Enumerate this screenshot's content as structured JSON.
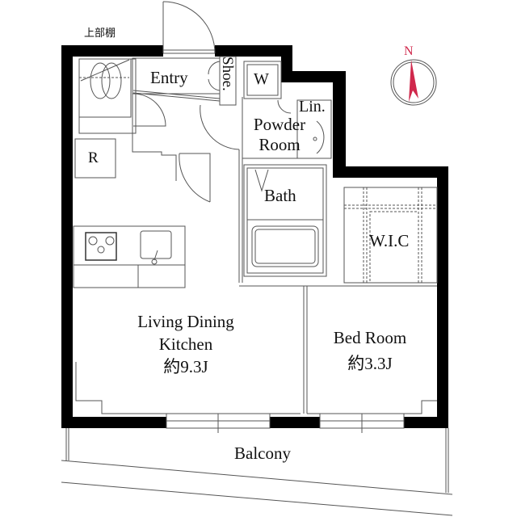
{
  "floor_plan": {
    "rooms": {
      "entry": {
        "label": "Entry"
      },
      "shoe": {
        "label": "Shoe."
      },
      "washer": {
        "label": "W"
      },
      "linen": {
        "label": "Lin."
      },
      "powder_room": {
        "line1": "Powder",
        "line2": "Room"
      },
      "refrigerator": {
        "label": "R"
      },
      "bath": {
        "label": "Bath"
      },
      "wic": {
        "label": "W.I.C"
      },
      "ldk": {
        "line1": "Living Dining",
        "line2": "Kitchen",
        "area": "約9.3J"
      },
      "bedroom": {
        "line1": "Bed Room",
        "area": "約3.3J"
      },
      "balcony": {
        "label": "Balcony"
      },
      "upper_shelf": {
        "label": "上部棚"
      }
    },
    "compass": {
      "label": "N",
      "color": "#d0284c"
    },
    "colors": {
      "wall": "#000000",
      "line": "#555555",
      "background": "#ffffff"
    }
  }
}
